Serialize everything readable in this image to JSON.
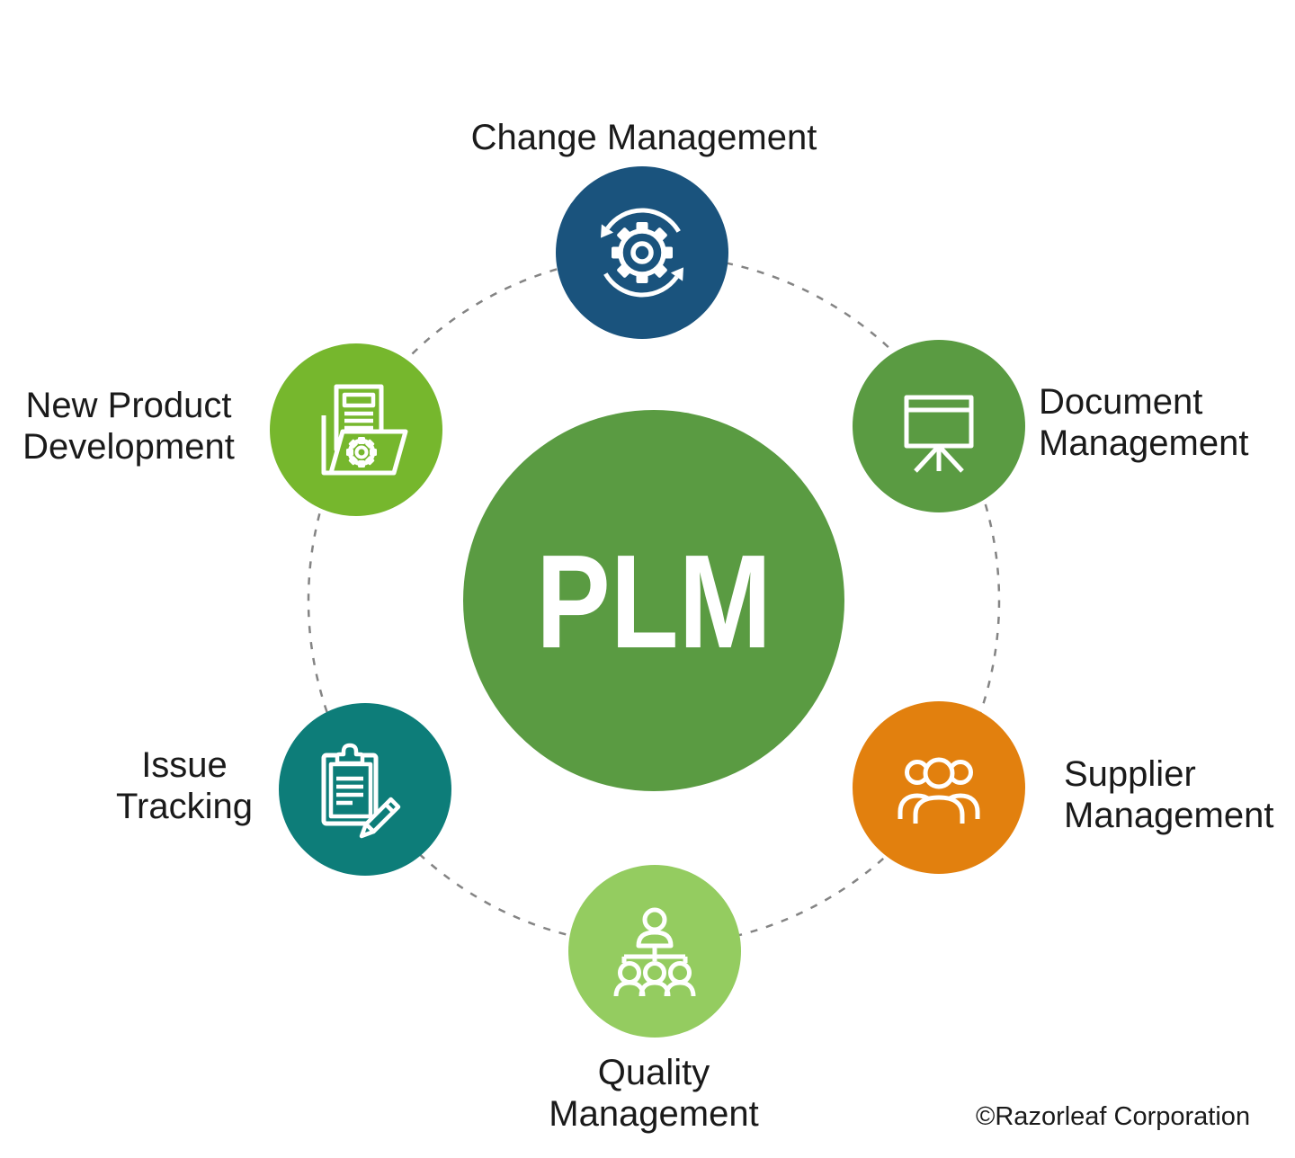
{
  "center": {
    "label": "PLM",
    "color": "#5a9b42",
    "text_color": "#ffffff"
  },
  "ring": {
    "color": "#848484"
  },
  "icon_stroke": "#ffffff",
  "nodes": {
    "change": {
      "label": "Change Management",
      "lines": [
        "Change Management"
      ],
      "color": "#1a537d",
      "icon": "sync-gear-icon"
    },
    "document": {
      "label": "Document Management",
      "lines": [
        "Document",
        "Management"
      ],
      "color": "#5a9b42",
      "icon": "presentation-board-icon"
    },
    "supplier": {
      "label": "Supplier Management",
      "lines": [
        "Supplier",
        "Management"
      ],
      "color": "#e2800e",
      "icon": "people-group-icon"
    },
    "quality": {
      "label": "Quality Management",
      "lines": [
        "Quality",
        "Management"
      ],
      "color": "#94cc60",
      "icon": "org-chart-icon"
    },
    "issue": {
      "label": "Issue Tracking",
      "lines": [
        "Issue",
        "Tracking"
      ],
      "color": "#0d7d79",
      "icon": "clipboard-pencil-icon"
    },
    "npd": {
      "label": "New Product Development",
      "lines": [
        "New Product",
        "Development"
      ],
      "color": "#76b72d",
      "icon": "folder-gear-icon"
    }
  },
  "footer": {
    "copyright": "©Razorleaf Corporation"
  }
}
